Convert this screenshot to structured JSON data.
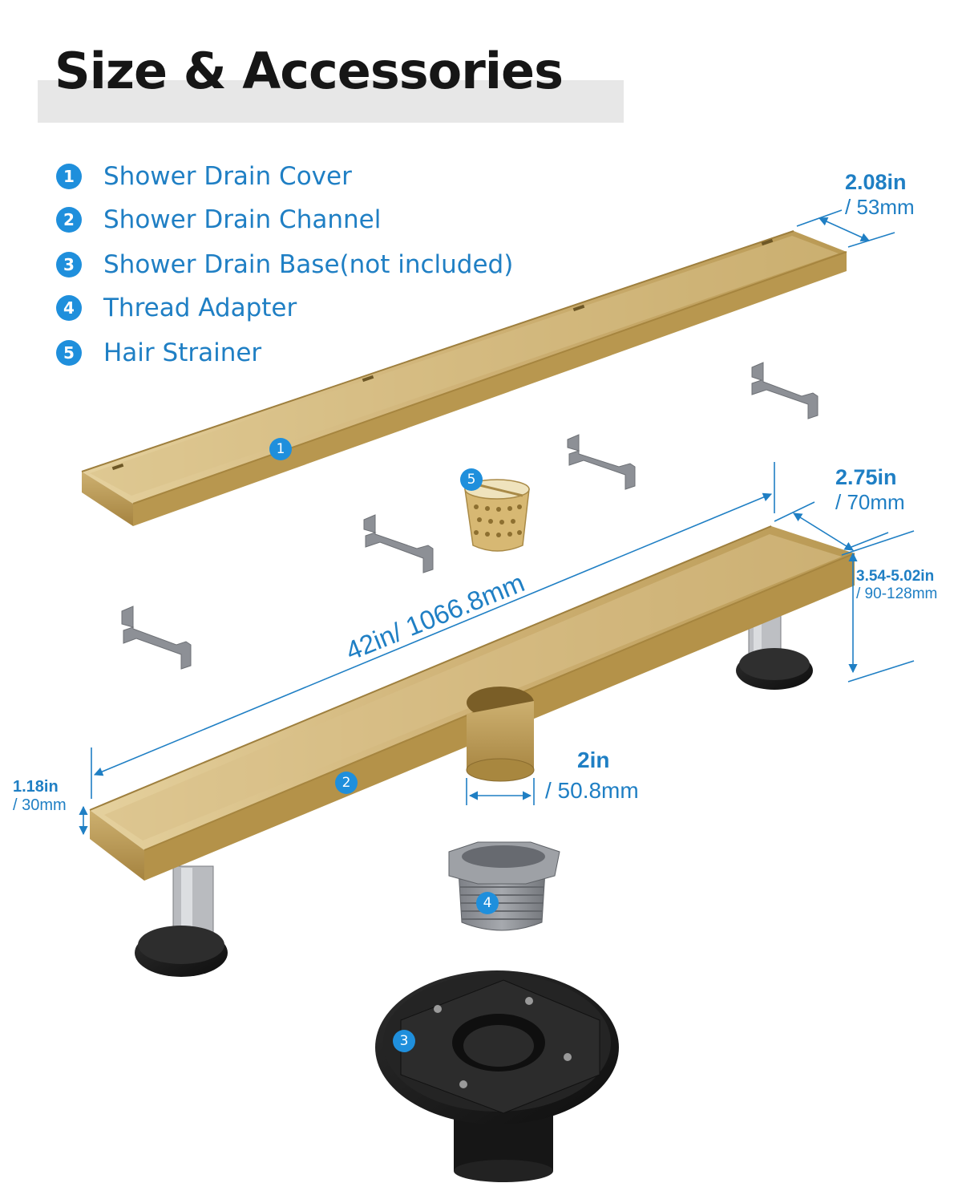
{
  "title": "Size & Accessories",
  "legend": [
    {
      "num": "1",
      "label": "Shower Drain Cover"
    },
    {
      "num": "2",
      "label": "Shower Drain Channel"
    },
    {
      "num": "3",
      "label": "Shower Drain Base(not included)"
    },
    {
      "num": "4",
      "label": "Thread Adapter"
    },
    {
      "num": "5",
      "label": "Hair Strainer"
    }
  ],
  "dimensions": {
    "cover_width": {
      "inch": "2.08in",
      "mm": "/ 53mm"
    },
    "channel_width": {
      "inch": "2.75in",
      "mm": "/ 70mm"
    },
    "height_range": {
      "inch": "3.54-5.02in",
      "mm": "/ 90-128mm"
    },
    "length": "42in/ 1066.8mm",
    "outlet": {
      "inch": "2in",
      "mm": "/ 50.8mm"
    },
    "channel_depth": {
      "inch": "1.18in",
      "mm": "/ 30mm"
    }
  },
  "part_badges": {
    "cover": "1",
    "channel": "2",
    "base": "3",
    "adapter": "4",
    "strainer": "5"
  },
  "colors": {
    "accent": "#1f8fdc",
    "text_blue": "#1f7fc4",
    "gold": "#c4a45c",
    "bracket": "#8f9399",
    "base": "#1c1c1c"
  }
}
